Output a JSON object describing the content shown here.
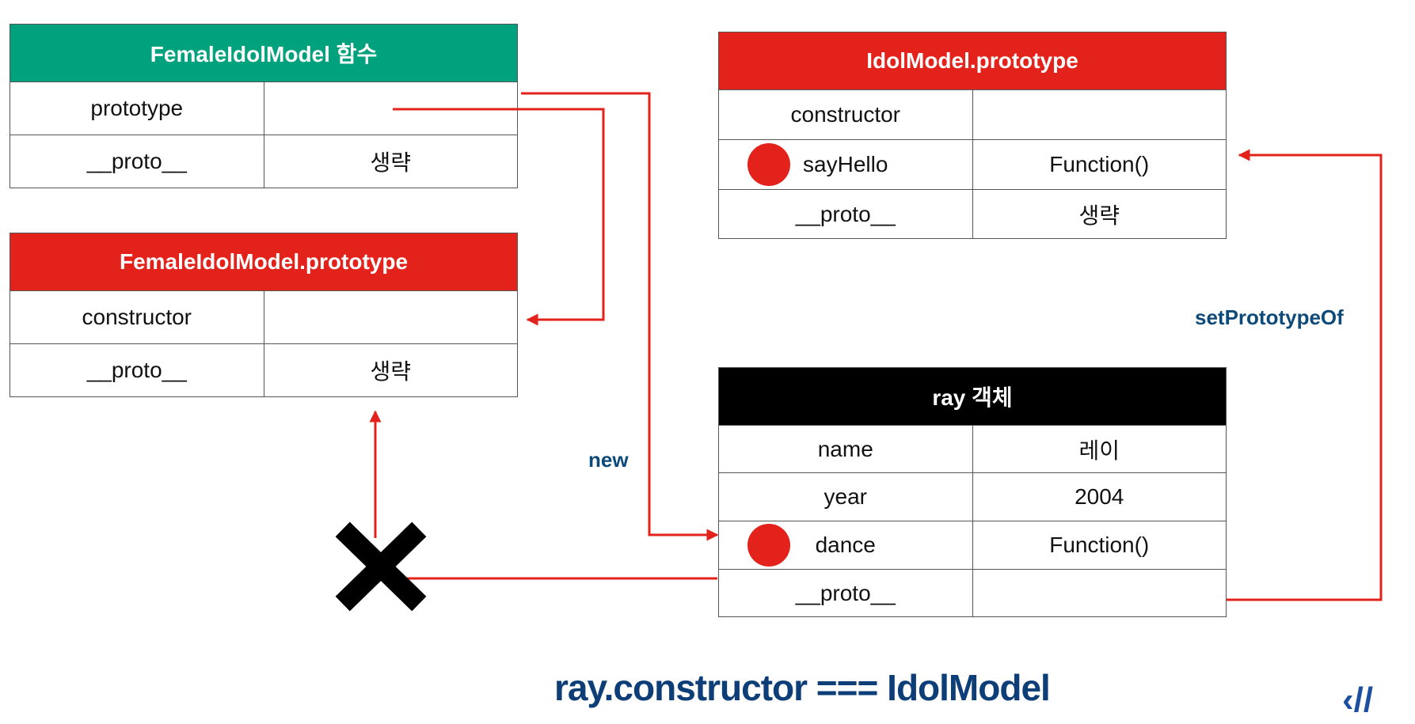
{
  "boxes": {
    "female_fn": {
      "title": "FemaleIdolModel 함수",
      "color": "#00a27d",
      "rows": [
        [
          "prototype",
          ""
        ],
        [
          "__proto__",
          "생략"
        ]
      ]
    },
    "female_proto": {
      "title": "FemaleIdolModel.prototype",
      "color": "#e3231b",
      "rows": [
        [
          "constructor",
          ""
        ],
        [
          "__proto__",
          "생략"
        ]
      ]
    },
    "idol_proto": {
      "title": "IdolModel.prototype",
      "color": "#e3231b",
      "rows": [
        [
          "constructor",
          ""
        ],
        [
          "sayHello",
          "Function()"
        ],
        [
          "__proto__",
          "생략"
        ]
      ]
    },
    "ray": {
      "title": "ray 객체",
      "color": "#000000",
      "rows": [
        [
          "name",
          "레이"
        ],
        [
          "year",
          "2004"
        ],
        [
          "dance",
          "Function()"
        ],
        [
          "__proto__",
          ""
        ]
      ]
    }
  },
  "labels": {
    "new": "new",
    "set_prototype_of": "setPrototypeOf",
    "bottom_statement": "ray.constructor === IdolModel"
  },
  "colors": {
    "arrow": "#e3231b",
    "label": "#0d4a7a",
    "dot": "#e3231b"
  },
  "icons": [
    "cross-mark-icon",
    "logo-icon"
  ]
}
